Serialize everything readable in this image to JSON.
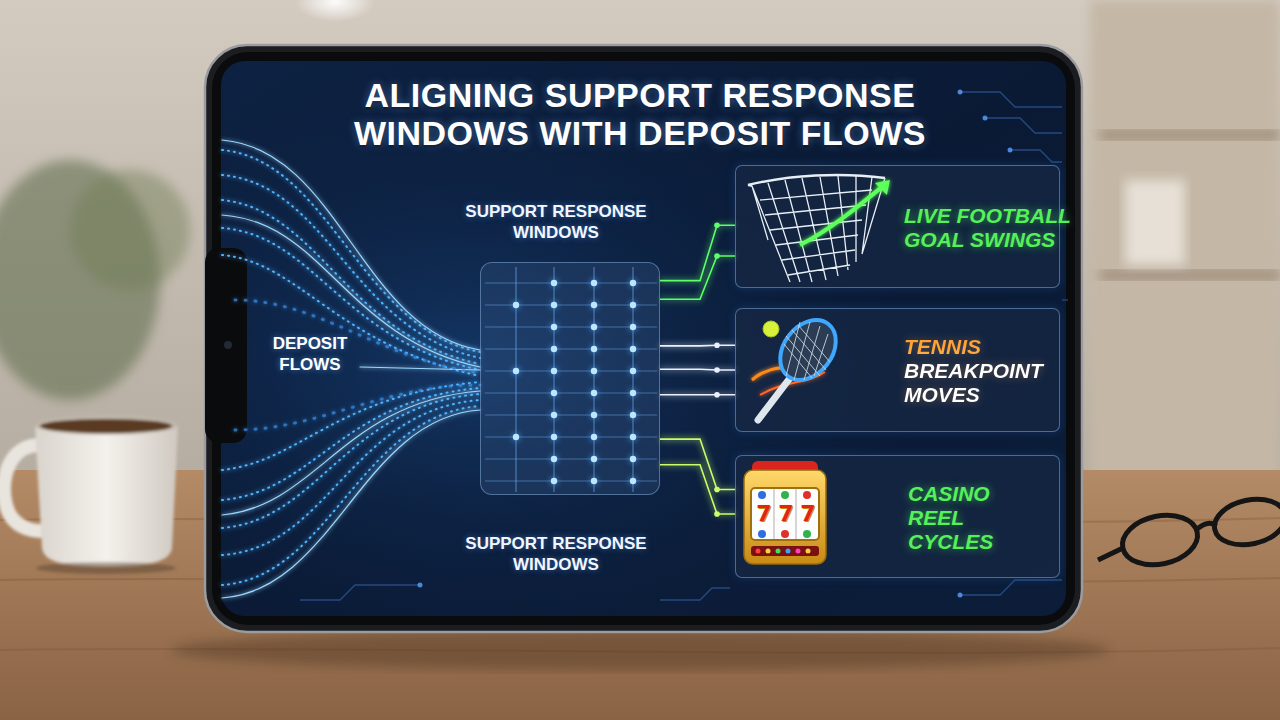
{
  "diagram": {
    "title": "ALIGNING SUPPORT RESPONSE WINDOWS WITH DEPOSIT FLOWS",
    "nodes": [
      {
        "text": [
          "SUPPORT RESPONSE WINDOWS",
          "SUPPORT RESPONSE WINDOWS"
        ]
      },
      {
        "text": [
          "LIVE FOOTBALL GOAL SWINGS"
        ]
      },
      {
        "text": [
          "TENNIS BREAKPOINT MOVES"
        ]
      },
      {
        "text": [
          "CASINO REEL CYCLES"
        ]
      }
    ],
    "edges": [
      {
        "from": 0,
        "to": 1,
        "arrow": "none"
      },
      {
        "from": 0,
        "to": 2,
        "arrow": "none"
      },
      {
        "from": 0,
        "to": 3,
        "arrow": "none"
      }
    ],
    "labels": [
      "DEPOSIT FLOWS",
      "7",
      "7",
      "7"
    ]
  }
}
